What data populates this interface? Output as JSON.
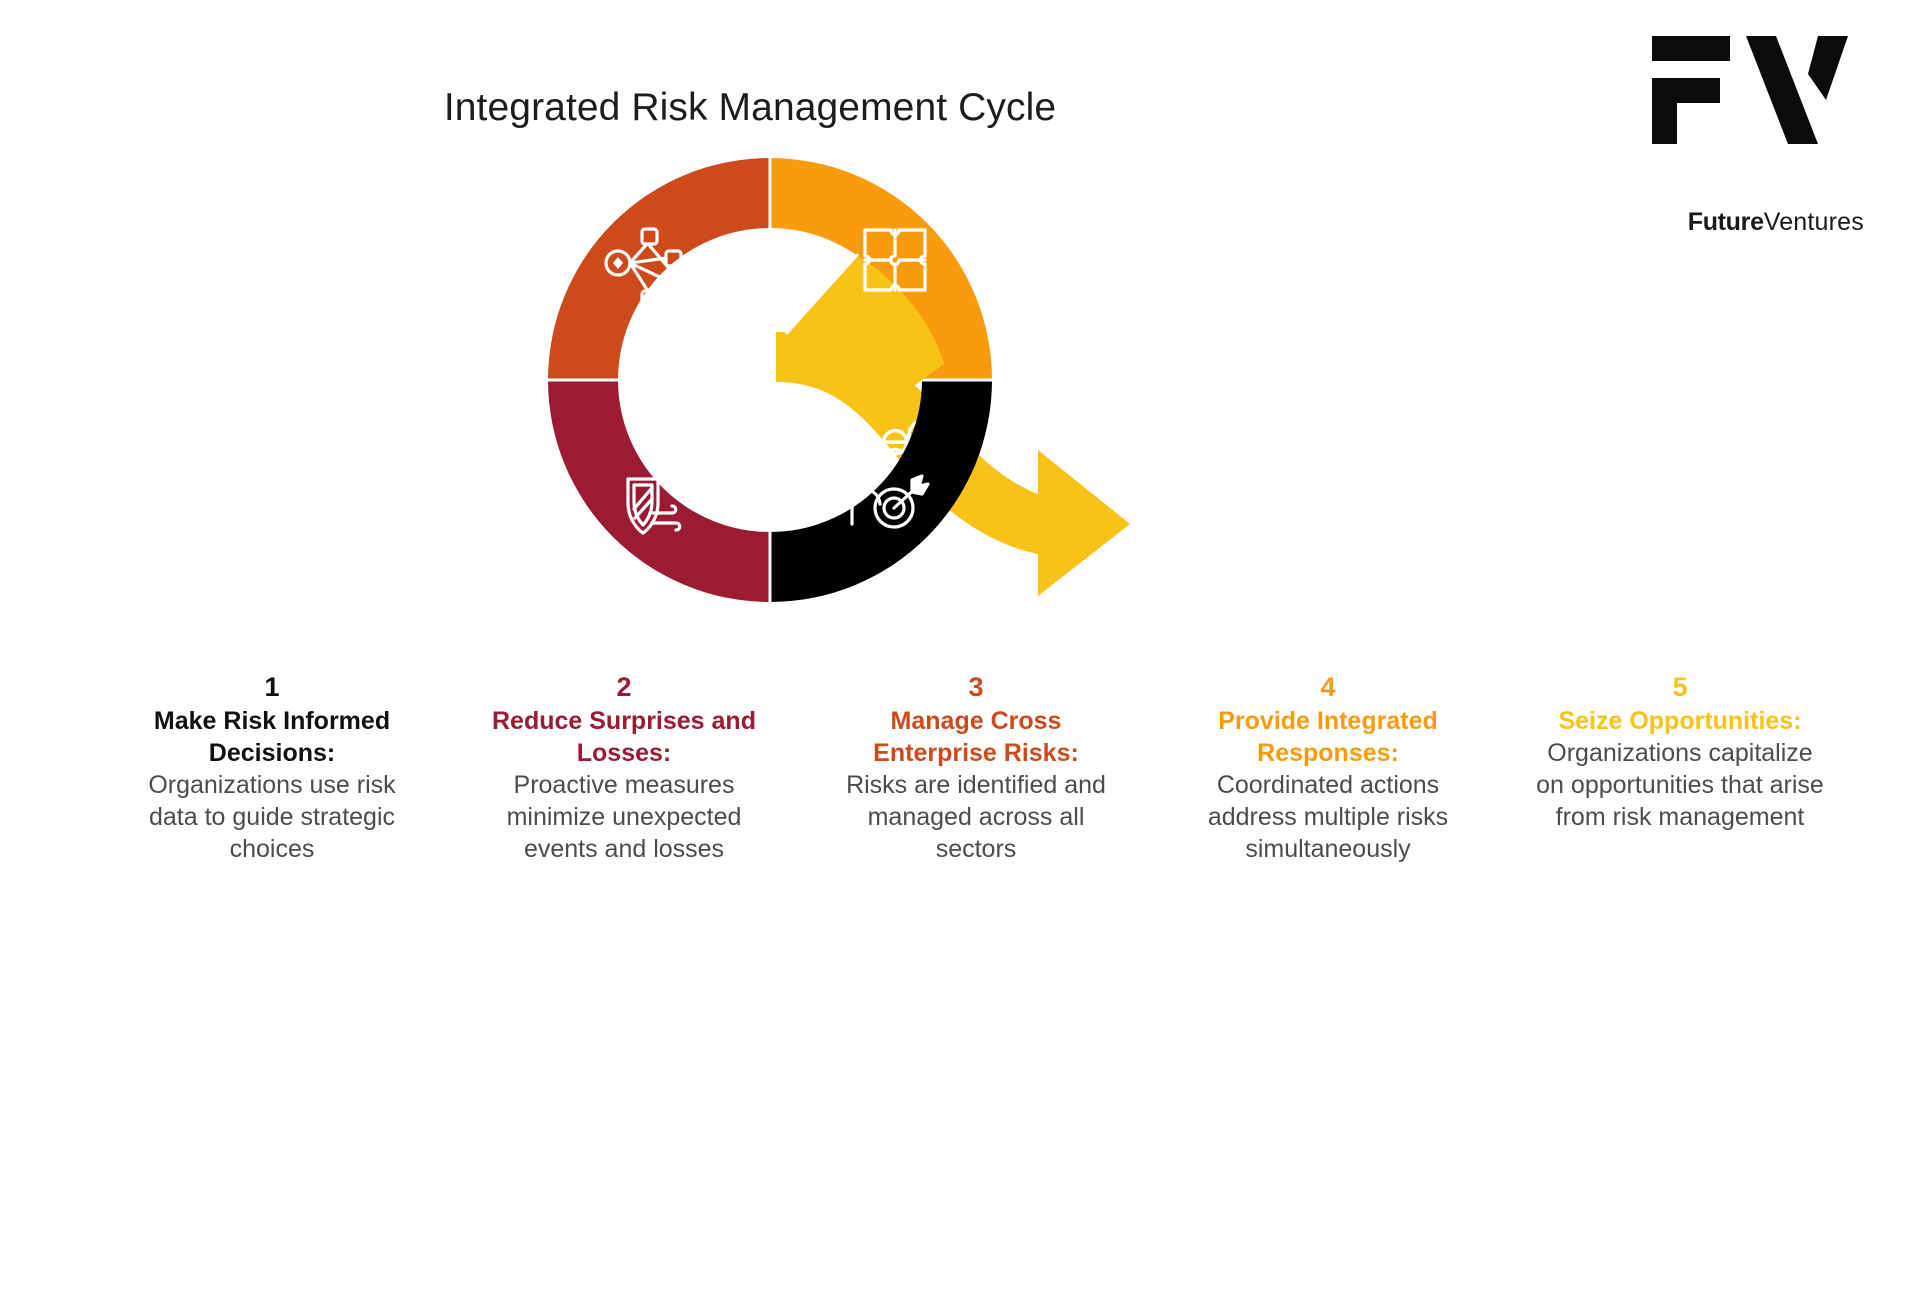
{
  "title": "Integrated Risk Management Cycle",
  "logo": {
    "mark_icon": "fv-monogram-icon",
    "word_bold": "Future",
    "word_light": "Ventures"
  },
  "colors": {
    "rust": "#CC4A1B",
    "maroon": "#9B1B32",
    "orange": "#F89B0C",
    "black": "#000000",
    "yellow": "#F9C218",
    "body_text": "#4c4c4c",
    "title_text": "#1d1d1d",
    "background": "#FFFFFF"
  },
  "chart_data": {
    "type": "pie",
    "title": "Integrated Risk Management Cycle",
    "subtitle": "",
    "xlabel": "",
    "ylabel": "",
    "legend_position": "bottom",
    "grid": false,
    "note": "Donut split into four equal 90-degree quadrants plus a curved yellow outflow arrow for the fifth step.",
    "categories": [
      "Manage Cross Enterprise Risks",
      "Provide Integrated Responses",
      "Make Risk Informed Decisions",
      "Reduce Surprises and Losses",
      "Seize Opportunities"
    ],
    "values": [
      25,
      25,
      25,
      25,
      0
    ],
    "colors": [
      "#CC4A1B",
      "#F89B0C",
      "#000000",
      "#9B1B32",
      "#F9C218"
    ],
    "segments": [
      {
        "label": "Manage Cross Enterprise Risks",
        "color": "#CC4A1B",
        "start_angle": 270,
        "end_angle": 360,
        "share": 25,
        "icon": "network-nodes-icon",
        "position": "top-left"
      },
      {
        "label": "Provide Integrated Responses",
        "color": "#F89B0C",
        "start_angle": 0,
        "end_angle": 90,
        "share": 25,
        "icon": "puzzle-pieces-icon",
        "position": "top-right"
      },
      {
        "label": "Make Risk Informed Decisions",
        "color": "#000000",
        "start_angle": 90,
        "end_angle": 180,
        "share": 25,
        "icon": "person-target-icon",
        "position": "bottom-right"
      },
      {
        "label": "Reduce Surprises and Losses",
        "color": "#9B1B32",
        "start_angle": 180,
        "end_angle": 270,
        "share": 25,
        "icon": "shield-wind-icon",
        "position": "bottom-left"
      },
      {
        "label": "Seize Opportunities",
        "color": "#F9C218",
        "share": 0,
        "icon": "person-reach-icon",
        "position": "outflow-arrow"
      }
    ]
  },
  "steps": [
    {
      "number": "1",
      "heading": "Make Risk Informed Decisions:",
      "description": "Organizations use risk data to guide strategic choices",
      "color": "#111111"
    },
    {
      "number": "2",
      "heading": "Reduce Surprises and Losses:",
      "description": "Proactive measures minimize unexpected events and losses",
      "color": "#9B1B32"
    },
    {
      "number": "3",
      "heading": "Manage Cross Enterprise Risks:",
      "description": "Risks are identified and managed across all sectors",
      "color": "#CC4A1B"
    },
    {
      "number": "4",
      "heading": "Provide Integrated Responses:",
      "description": "Coordinated actions address multiple risks simultaneously",
      "color": "#F89B0C"
    },
    {
      "number": "5",
      "heading": "Seize Opportunities:",
      "description": "Organizations capitalize on opportunities that arise from risk management",
      "color": "#F9C218"
    }
  ]
}
